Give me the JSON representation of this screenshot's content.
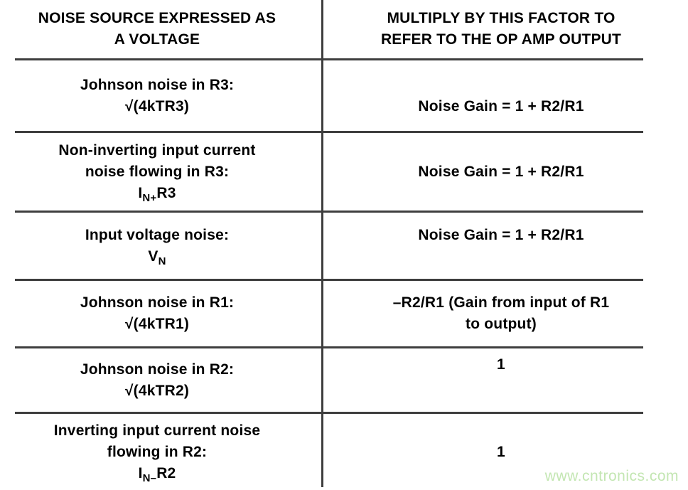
{
  "watermark": {
    "text": "www.cntronics.com",
    "color": "#c3e6b2"
  },
  "colors": {
    "rule": "#3e3e3e",
    "text": "#000000"
  },
  "table": {
    "header": {
      "col1_lines": [
        "NOISE SOURCE EXPRESSED AS",
        "A VOLTAGE"
      ],
      "col2_lines": [
        "MULTIPLY BY THIS FACTOR TO",
        "REFER TO THE OP AMP OUTPUT"
      ]
    },
    "rows": [
      {
        "source_lines": [
          "Johnson noise in R3:",
          "√(4kTR3)"
        ],
        "factor_lines": [
          "Noise Gain = 1 + R2/R1"
        ]
      },
      {
        "source_lines": [
          "Non-inverting input current",
          "noise flowing in R3:"
        ],
        "source_formula": {
          "base": "I",
          "sub": "N+",
          "rest": "R3"
        },
        "factor_lines": [
          "Noise Gain = 1 + R2/R1"
        ]
      },
      {
        "source_lines": [
          "Input voltage noise:"
        ],
        "source_formula": {
          "base": "V",
          "sub": "N",
          "rest": ""
        },
        "factor_lines": [
          "Noise Gain = 1 + R2/R1"
        ]
      },
      {
        "source_lines": [
          "Johnson noise in R1:",
          "√(4kTR1)"
        ],
        "factor_lines": [
          "–R2/R1 (Gain from input of R1",
          "to output)"
        ]
      },
      {
        "source_lines": [
          "Johnson noise in R2:",
          "√(4kTR2)"
        ],
        "factor_lines": [
          "1"
        ]
      },
      {
        "source_lines": [
          "Inverting input current noise",
          "flowing in R2:"
        ],
        "source_formula": {
          "base": "I",
          "sub": "N–",
          "rest": "R2"
        },
        "factor_lines": [
          "1"
        ]
      }
    ]
  }
}
